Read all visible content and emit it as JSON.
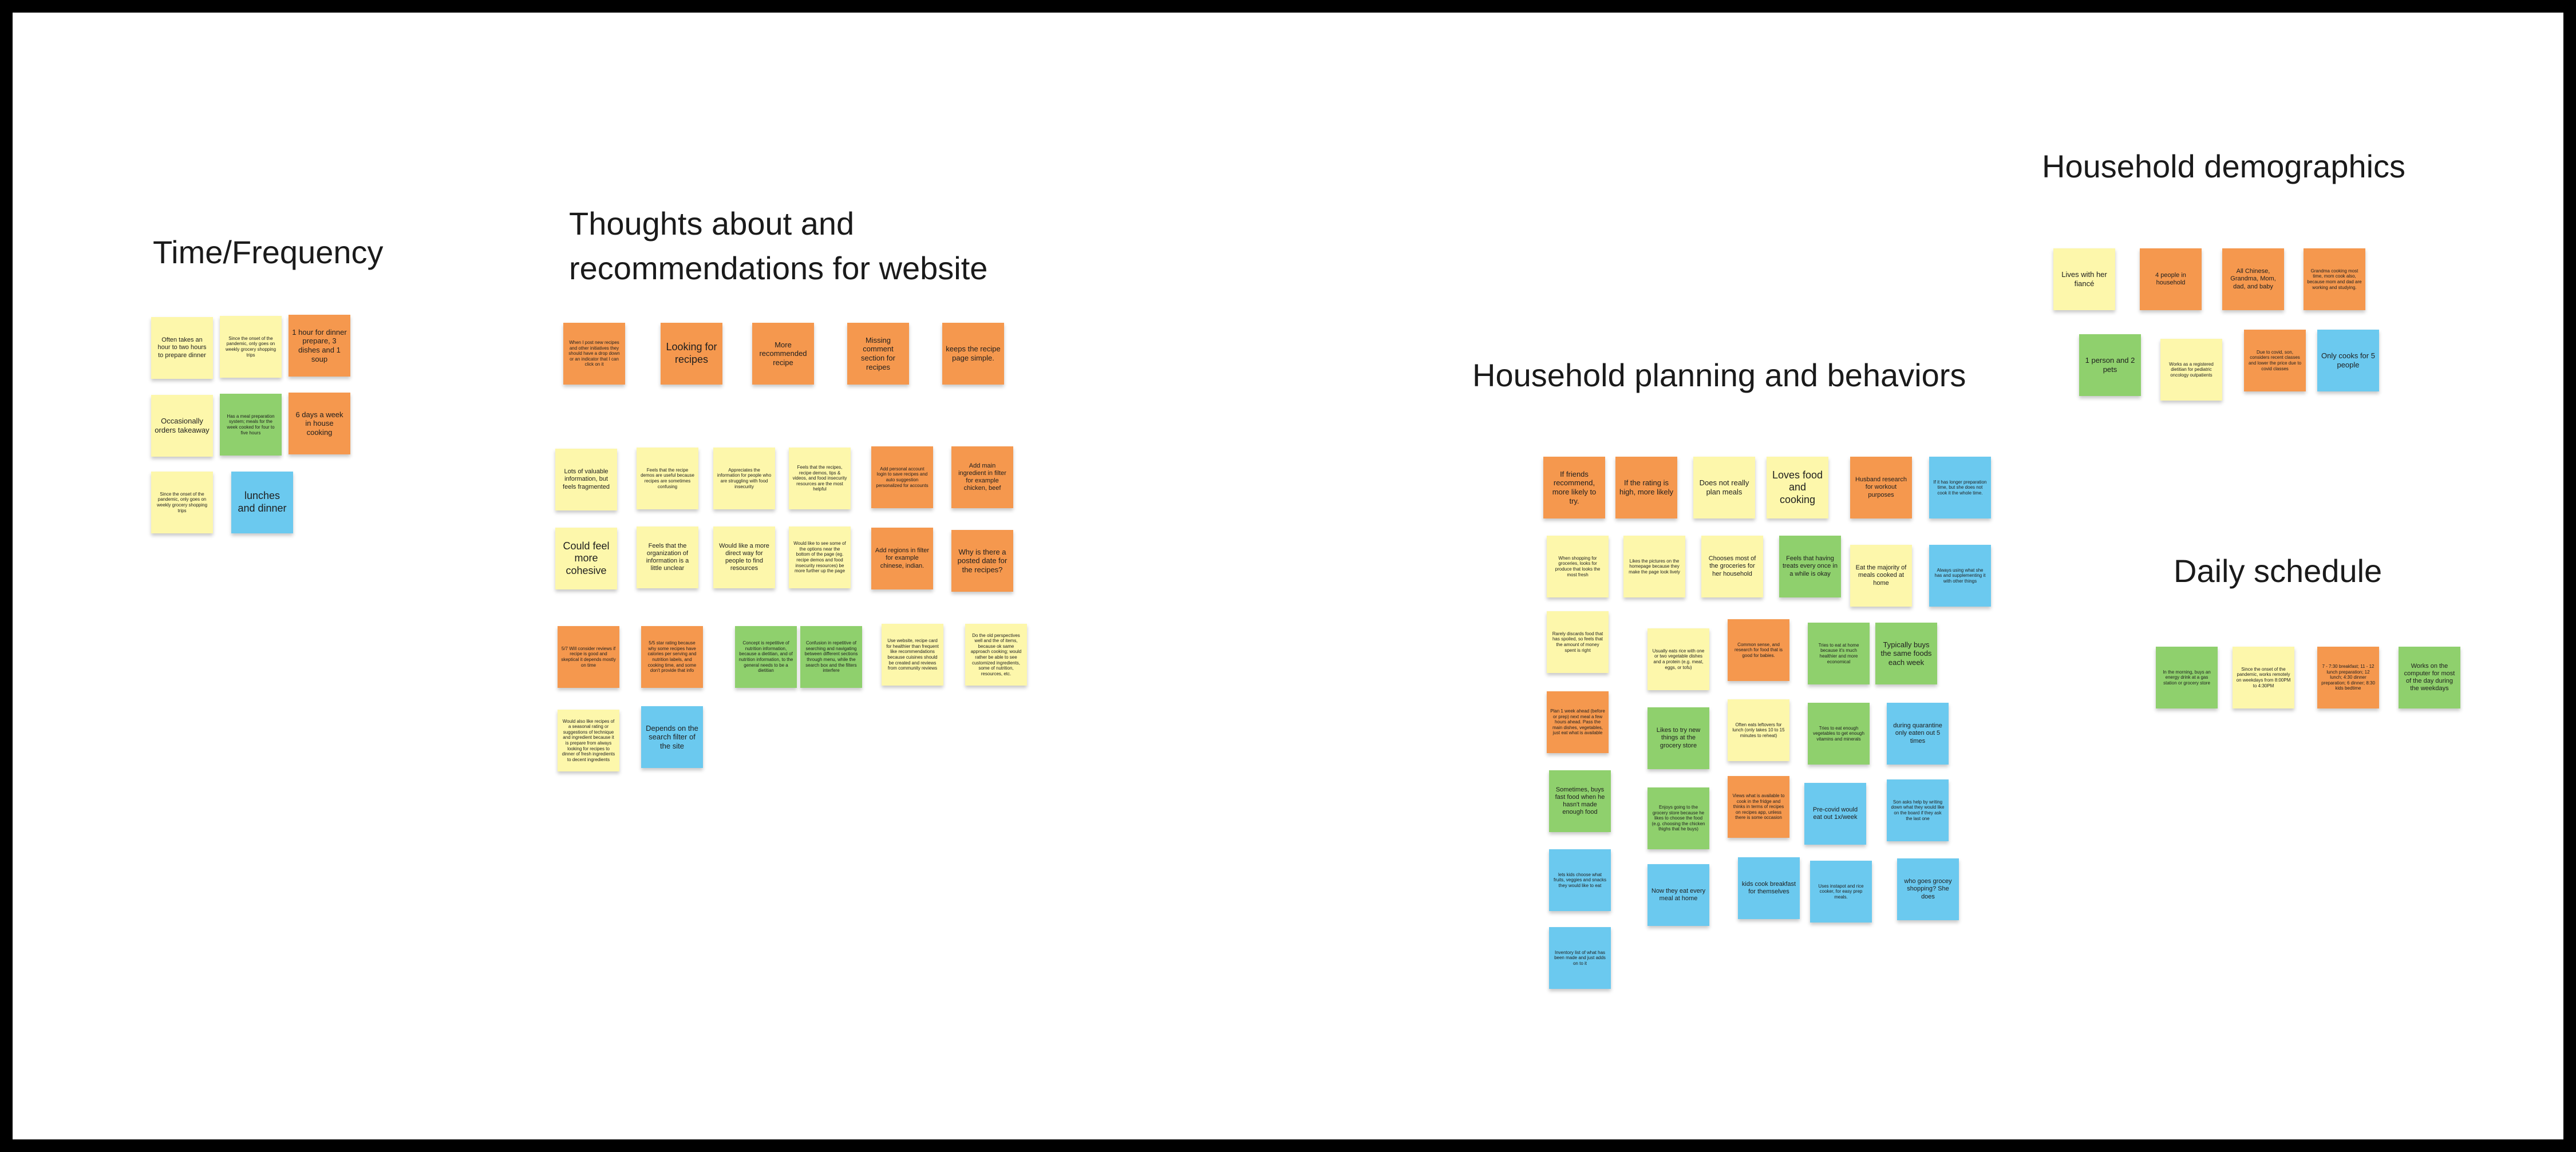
{
  "colors": {
    "frame": "#000000",
    "board": "#ffffff",
    "yellow": "#fdf7ab",
    "orange": "#f5984e",
    "green": "#8fd06d",
    "blue": "#6bc9ef"
  },
  "clusters": {
    "time": {
      "title": "Time/Frequency",
      "notes": [
        {
          "text": "Often takes an hour to two hours to prepare dinner",
          "color": "yellow"
        },
        {
          "text": "Since the onset of the pandemic, only goes on weekly grocery shopping trips",
          "color": "yellow"
        },
        {
          "text": "1 hour for dinner prepare, 3 dishes and 1 soup",
          "color": "orange"
        },
        {
          "text": "Occasionally orders takeaway",
          "color": "yellow"
        },
        {
          "text": "Has a meal preparation system; meals for the week cooked for four to five hours",
          "color": "green"
        },
        {
          "text": "6 days a week in house cooking",
          "color": "orange"
        },
        {
          "text": "Since the onset of the pandemic, only goes on weekly grocery shopping trips",
          "color": "yellow"
        },
        {
          "text": "lunches and dinner",
          "color": "blue"
        }
      ]
    },
    "website": {
      "title_line1": "Thoughts about and",
      "title_line2": "recommendations for website",
      "notes": [
        {
          "text": "When I post new recipes and other initiatives they should have a drop down or an indicator that I can click on it",
          "color": "orange"
        },
        {
          "text": "Looking for recipes",
          "color": "orange"
        },
        {
          "text": "More recommended recipe",
          "color": "orange"
        },
        {
          "text": "Missing comment section for recipes",
          "color": "orange"
        },
        {
          "text": "keeps the recipe page simple.",
          "color": "orange"
        },
        {
          "text": "Lots of valuable information, but feels fragmented",
          "color": "yellow"
        },
        {
          "text": "Feels that the recipe demos are useful because recipes are sometimes confusing",
          "color": "yellow"
        },
        {
          "text": "Appreciates the information for people who are struggling with food insecurity",
          "color": "yellow"
        },
        {
          "text": "Feels that the recipes, recipe demos, tips & videos, and food insecurity resources are the most helpful",
          "color": "yellow"
        },
        {
          "text": "Add personal account login to save recipes and auto suggestion personalized for accounts",
          "color": "orange"
        },
        {
          "text": "Add main ingredient in filter for example chicken, beef",
          "color": "orange"
        },
        {
          "text": "Could feel more cohesive",
          "color": "yellow"
        },
        {
          "text": "Feels that the organization of information is a little unclear",
          "color": "yellow"
        },
        {
          "text": "Would like a more direct way for people to find resources",
          "color": "yellow"
        },
        {
          "text": "Would like to see some of the options near the bottom of the page (eg. recipe demos and food insecurity resources) be more further up the page",
          "color": "yellow"
        },
        {
          "text": "Add regions in filter for example chinese, indian.",
          "color": "orange"
        },
        {
          "text": "Why is there a posted date for the recipes?",
          "color": "orange"
        },
        {
          "text": "5/7 Will consider reviews if recipe is good and skeptical it depends mostly on time",
          "color": "orange"
        },
        {
          "text": "5/5 star rating because why some recipes have calories per serving and nutrition labels, and cooking time, and some don't provide that info",
          "color": "orange"
        },
        {
          "text": "Concept is repetitive of nutrition information, because a dietitian, and of nutrition information, to the general needs to be a dietitian",
          "color": "green"
        },
        {
          "text": "Confusion in repetitive of searching and navigating between different sections through menu, while the search box and the filters interfere",
          "color": "green"
        },
        {
          "text": "Use website, recipe card for healthier than frequent like recommendations because cuisines should be created and reviews from community reviews",
          "color": "yellow"
        },
        {
          "text": "Do the old perspectives well and the of items, because ok same approach cooking; would rather be able to see customized ingredients, some of nutrition, resources, etc.",
          "color": "yellow"
        },
        {
          "text": "Would also like recipes of a seasonal rating or suggestions of technique and ingredient because it is prepare from always looking for recipes to dinner of fresh ingredients to decent ingredients",
          "color": "yellow"
        },
        {
          "text": "Depends on the search filter of the site",
          "color": "blue"
        }
      ]
    },
    "planning": {
      "title": "Household planning and behaviors",
      "notes": [
        {
          "text": "If friends recommend, more likely to try.",
          "color": "orange"
        },
        {
          "text": "If the rating is high, more likely",
          "color": "orange"
        },
        {
          "text": "Does not really plan meals",
          "color": "yellow"
        },
        {
          "text": "Loves food and cooking",
          "color": "yellow"
        },
        {
          "text": "Husband research for workout purposes",
          "color": "orange"
        },
        {
          "text": "If it has longer preparation time, but she does not cook it the whole time.",
          "color": "blue"
        },
        {
          "text": "When shopping for groceries, looks for produce that looks the most fresh",
          "color": "yellow"
        },
        {
          "text": "Likes the pictures on the homepage because they make the page look lively",
          "color": "yellow"
        },
        {
          "text": "Chooses most of the groceries for her household",
          "color": "yellow"
        },
        {
          "text": "Feels that having treats every once in a while is okay",
          "color": "green"
        },
        {
          "text": "Eat the majority of meals cooked at home",
          "color": "yellow"
        },
        {
          "text": "Always using what she has and supplementing it with other things",
          "color": "blue"
        },
        {
          "text": "Rarely discards food that has spoiled, so feels that the amount of money spent is right",
          "color": "yellow"
        },
        {
          "text": "Usually eats rice with one or two vegetable dishes and a protein (e.g. meat, eggs, or tofu)",
          "color": "yellow"
        },
        {
          "text": "Common sense, and research for food that is good for babies.",
          "color": "orange"
        },
        {
          "text": "Tries to eat at home because it's much healthier and more economical",
          "color": "green"
        },
        {
          "text": "Typically buys the same foods each week",
          "color": "green"
        },
        {
          "text": "Plan 1 week ahead (before or prep) next meal a few hours ahead. Pass the main dishes, vegetables, just eat what is available",
          "color": "orange"
        },
        {
          "text": "Likes to try new things at the grocery store",
          "color": "green"
        },
        {
          "text": "Often eats leftovers for lunch (only takes 10 to 15 minutes to reheat)",
          "color": "yellow"
        },
        {
          "text": "Tries to eat enough vegetables to get enough vitamins and minerals",
          "color": "green"
        },
        {
          "text": "during quarantine only eaten out 5 times",
          "color": "blue"
        },
        {
          "text": "Sometimes, buys fast food when he hasn't made enough food",
          "color": "green"
        },
        {
          "text": "Enjoys going to the grocery store because he likes to choose the food (e.g. choosing the chicken thighs that he buys)",
          "color": "green"
        },
        {
          "text": "Views what is available to cook in the fridge and thinks in terms of recipes on recipes app, unless there is some occasion",
          "color": "orange"
        },
        {
          "text": "Pre-covid would eat out 1x/week",
          "color": "blue"
        },
        {
          "text": "Son asks help by writing down what they would like on the board if they ask the last one",
          "color": "blue"
        },
        {
          "text": "lets kids choose what fruits, veggies and snacks they would like to eat",
          "color": "blue"
        },
        {
          "text": "Now they eat every meal at home",
          "color": "blue"
        },
        {
          "text": "kids cook breakfast for themselves",
          "color": "blue"
        },
        {
          "text": "Uses instapot and rice cooker, for easy prep meals.",
          "color": "blue"
        },
        {
          "text": "who goes grocey shopping? She does",
          "color": "blue"
        },
        {
          "text": "Inventory list of what has been made and just adds on to it",
          "color": "blue"
        }
      ]
    },
    "demographics": {
      "title": "Household demographics",
      "notes": [
        {
          "text": "Lives with her fiancé",
          "color": "yellow"
        },
        {
          "text": "4 people in household",
          "color": "orange"
        },
        {
          "text": "All Chinese, Grandma, Mom, dad, and baby",
          "color": "orange"
        },
        {
          "text": "Grandma cooking most time, mom cook also, because mom and dad are working and studying.",
          "color": "orange"
        },
        {
          "text": "1 person and 2 pets",
          "color": "green"
        },
        {
          "text": "Works as a registered dietitian for pediatric oncology outpatients",
          "color": "yellow"
        },
        {
          "text": "Due to covid, son, considers recent classes and lower the price due to covid classes",
          "color": "orange"
        },
        {
          "text": "Only cooks for 5 people",
          "color": "blue"
        }
      ]
    },
    "daily": {
      "title": "Daily schedule",
      "notes": [
        {
          "text": "In the morning, buys an energy drink at a gas station or grocery store",
          "color": "green"
        },
        {
          "text": "Since the onset of the pandemic, works remotely on weekdays from 8:00PM to 4:30PM",
          "color": "yellow"
        },
        {
          "text": "7 - 7:30 breakfast; 11 - 12 lunch preparation; 12 lunch; 4:30 dinner preparation; 6 dinner; 8:30 kids bedtime",
          "color": "orange"
        },
        {
          "text": "Works on the computer for most of the day during the weekdays",
          "color": "green"
        }
      ]
    }
  }
}
